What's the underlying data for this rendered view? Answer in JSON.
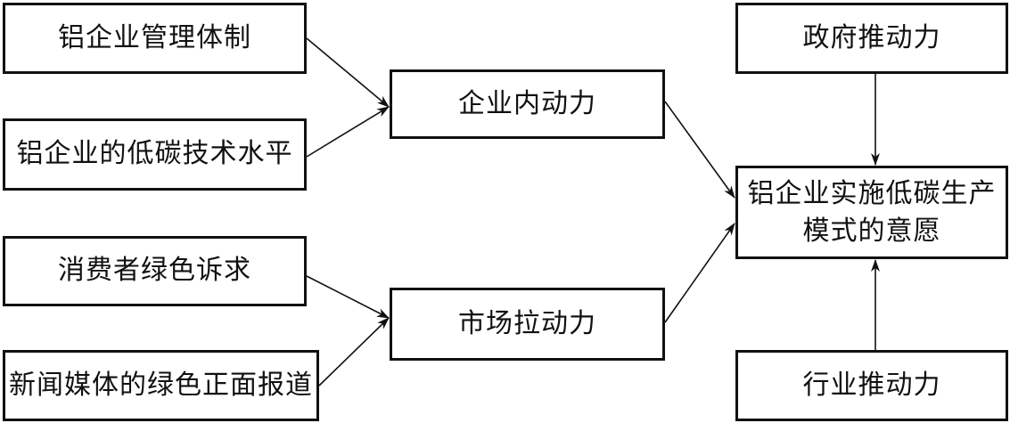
{
  "nodes": {
    "management_system": "铝企业管理体制",
    "tech_level": "铝企业的低碳技术水平",
    "consumer_demand": "消费者绿色诉求",
    "media_report": "新闻媒体的绿色正面报道",
    "internal_driver": "企业内动力",
    "market_pull": "市场拉动力",
    "gov_push": "政府推动力",
    "target": "铝企业实施低碳生产\n模式的意愿",
    "industry_push": "行业推动力"
  },
  "edges": [
    {
      "from": "management_system",
      "to": "internal_driver"
    },
    {
      "from": "tech_level",
      "to": "internal_driver"
    },
    {
      "from": "consumer_demand",
      "to": "market_pull"
    },
    {
      "from": "media_report",
      "to": "market_pull"
    },
    {
      "from": "internal_driver",
      "to": "target"
    },
    {
      "from": "market_pull",
      "to": "target"
    },
    {
      "from": "gov_push",
      "to": "target"
    },
    {
      "from": "industry_push",
      "to": "target"
    }
  ],
  "colors": {
    "stroke": "#111111",
    "background": "#ffffff"
  }
}
